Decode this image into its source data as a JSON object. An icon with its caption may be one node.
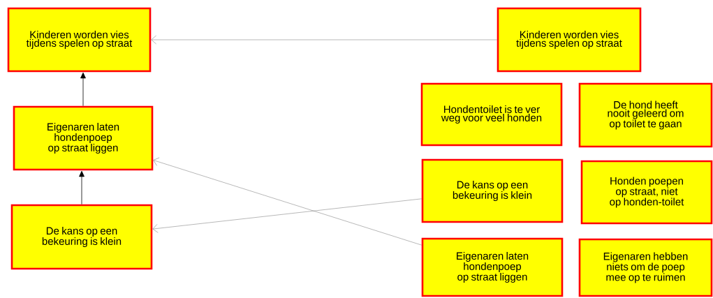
{
  "diagram": {
    "nodes": [
      {
        "text": [
          "Kinderen worden vies tijdens spelen op straat"
        ]
      },
      {
        "text": [
          "Kinderen worden vies tijdens spelen op straat"
        ]
      },
      {
        "text": [
          "Eigenaren laten hondenpoep op straat liggen"
        ]
      },
      {
        "text": [
          "Hondentoilet is te ver weg voor veel honden"
        ]
      },
      {
        "text": [
          "De hond heeft nooit geleerd om op toilet te gaan"
        ]
      },
      {
        "text": [
          "De kans op een bekeuring is klein"
        ]
      },
      {
        "text": [
          "Honden poepen op straat, niet op honden-toilet"
        ]
      },
      {
        "text": [
          "De kans op een bekeuring is klein"
        ]
      },
      {
        "text": [
          "Eigenaren laten hondenpoep op straat liggen"
        ]
      },
      {
        "text": [
          "Eigenaren hebben niets om de poep mee op te ruimen"
        ]
      }
    ],
    "edges": [
      {
        "from": 1,
        "to": 0,
        "arrow": "to"
      },
      {
        "from": 2,
        "to": 0,
        "arrow": "to",
        "color": "#000000"
      },
      {
        "from": 7,
        "to": 2,
        "arrow": "to",
        "color": "#000000"
      },
      {
        "from": 5,
        "to": 7,
        "arrow": "to"
      },
      {
        "from": 8,
        "to": 2,
        "arrow": "to"
      }
    ]
  }
}
